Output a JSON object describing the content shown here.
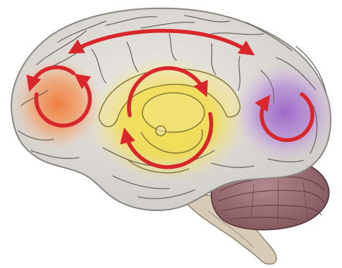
{
  "diagram": {
    "colors": {
      "background": "#ffffff",
      "brain_fill": "#dcd9d4",
      "brain_outline": "#8a8580",
      "gyri_lines": "#6d6863",
      "cerebellum_fill": "#9a6f73",
      "cerebellum_lines": "#5a3c40",
      "brainstem_fill": "#d7cbb8",
      "frontal_glow": "#f07a3a",
      "limbic_glow": "#f3dc3a",
      "occipital_glow": "#9a62c7",
      "arrow": "#d8262b"
    },
    "regions": [
      {
        "id": "frontal",
        "icon": "circular-arrow-icon"
      },
      {
        "id": "limbic",
        "icon": "circular-arrow-icon"
      },
      {
        "id": "occipital",
        "icon": "circular-arrow-icon"
      }
    ],
    "connections": [
      {
        "from": "frontal",
        "to": "occipital",
        "icon": "double-headed-arrow-icon"
      }
    ]
  }
}
